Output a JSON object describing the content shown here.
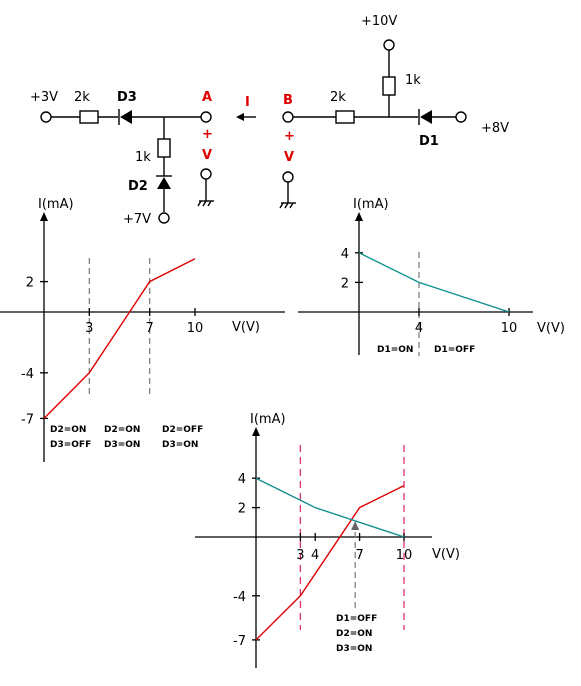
{
  "circuit": {
    "left": {
      "v_plus3": "+3V",
      "r_2k": "2k",
      "d3": "D3",
      "node_a": "A",
      "plus": "+",
      "v": "V",
      "r_1k": "1k",
      "d2": "D2",
      "v_plus7": "+7V"
    },
    "current": "I",
    "right": {
      "node_b": "B",
      "plus": "+",
      "v": "V",
      "r_2k": "2k",
      "v_plus10": "+10V",
      "r_1k": "1k",
      "d1": "D1",
      "v_plus8": "+8V"
    }
  },
  "chart_data": [
    {
      "type": "line",
      "xlabel": "V(V)",
      "ylabel": "I(mA)",
      "x_ticks": [
        "3",
        "7",
        "10"
      ],
      "y_ticks": [
        "2",
        "-4",
        "-7"
      ],
      "series": [
        {
          "color": "#e00000",
          "x": [
            0,
            3,
            7,
            10
          ],
          "y": [
            -7,
            -4,
            2,
            3.5
          ]
        }
      ],
      "breakpoints_x": [
        3,
        7
      ],
      "regions": [
        [
          "D2=ON",
          "D3=OFF"
        ],
        [
          "D2=ON",
          "D3=ON"
        ],
        [
          "D2=OFF",
          "D3=ON"
        ]
      ]
    },
    {
      "type": "line",
      "xlabel": "V(V)",
      "ylabel": "I(mA)",
      "x_ticks": [
        "4",
        "10"
      ],
      "y_ticks": [
        "4",
        "2"
      ],
      "series": [
        {
          "color": "#11918e",
          "x": [
            0,
            4,
            10
          ],
          "y": [
            4,
            2,
            0
          ]
        }
      ],
      "breakpoints_x": [
        4
      ],
      "regions": [
        [
          "D1=ON"
        ],
        [
          "D1=OFF"
        ]
      ]
    },
    {
      "type": "line",
      "xlabel": "V(V)",
      "ylabel": "I(mA)",
      "x_ticks": [
        "3",
        "4",
        "7",
        "10"
      ],
      "y_ticks": [
        "4",
        "2",
        "-4",
        "-7"
      ],
      "series": [
        {
          "color": "#e00000",
          "x": [
            0,
            3,
            7,
            10
          ],
          "y": [
            -7,
            -4,
            2,
            3.5
          ]
        },
        {
          "color": "#11918e",
          "x": [
            0,
            4,
            10
          ],
          "y": [
            4,
            2,
            0
          ]
        }
      ],
      "boundaries_x": [
        3,
        10
      ],
      "intersection_x": 6.7,
      "state": [
        "D1=OFF",
        "D2=ON",
        "D3=ON"
      ]
    }
  ]
}
